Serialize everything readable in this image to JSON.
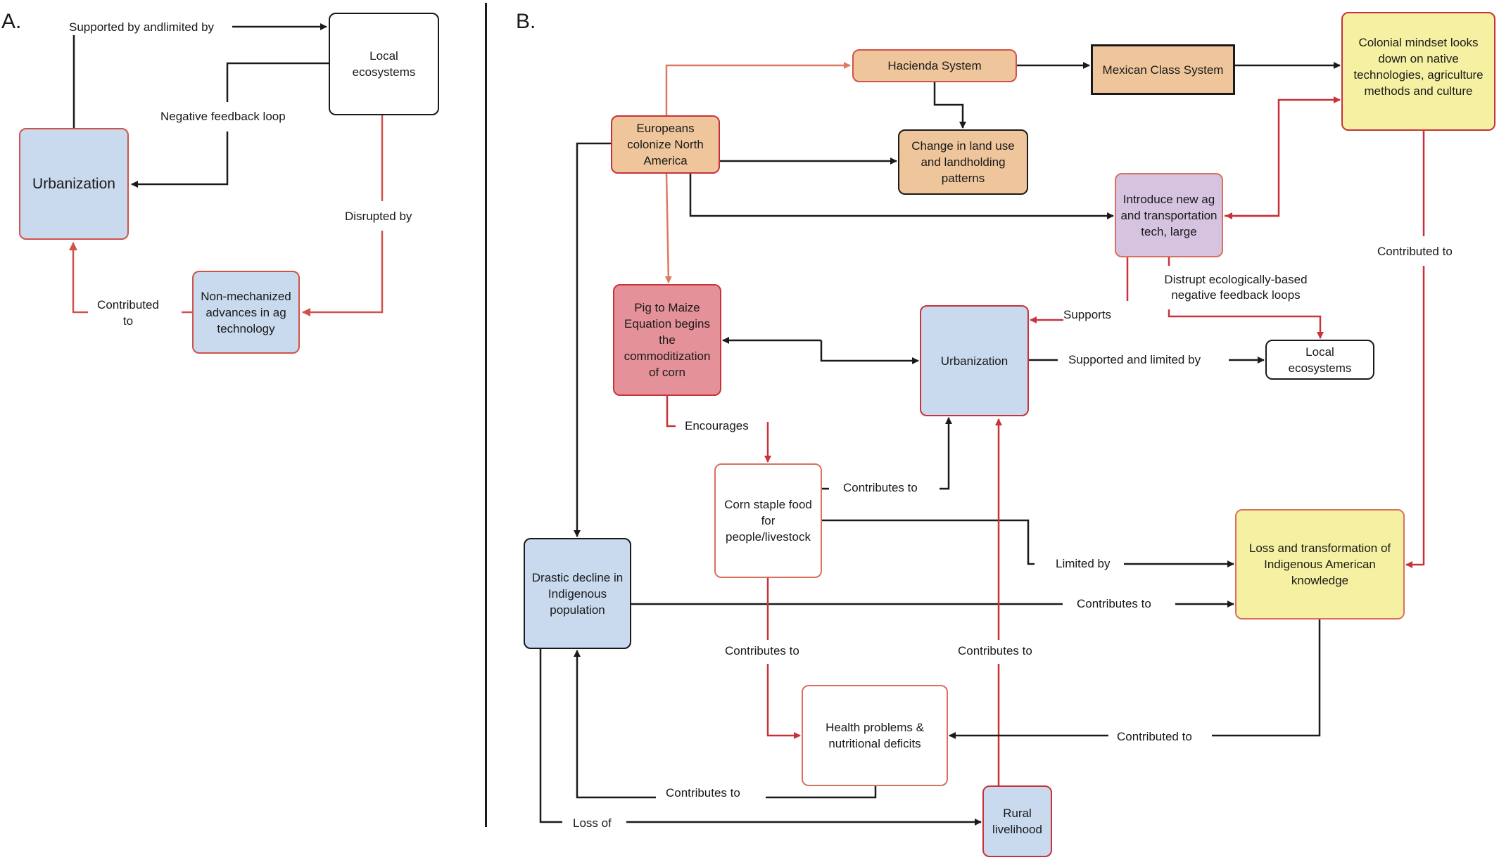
{
  "colors": {
    "black_link": "#1a1a1a",
    "red_link": "#c8323a",
    "orange_link": "#dd7a62",
    "redA_link": "#d0524a"
  },
  "panel_a": {
    "label": "A.",
    "nodes": {
      "urbanization": "Urbanization",
      "local_ecosystems": "Local ecosystems",
      "non_mechanized": "Non-mechanized advances in ag technology"
    },
    "edges": {
      "supported_limited": "Supported by andlimited by",
      "negative_feedback": "Negative feedback loop",
      "disrupted_by": "Disrupted by",
      "contributed_to": "Contributed to"
    }
  },
  "panel_b": {
    "label": "B.",
    "nodes": {
      "europeans": "Europeans colonize North America",
      "hacienda": "Hacienda System",
      "mexican_class": "Mexican Class System",
      "colonial_mindset": "Colonial mindset looks down on native technologies, agriculture methods and culture",
      "land_use": "Change in land use and landholding patterns",
      "introduce_tech": "Introduce new ag and transportation tech, large",
      "pig_maize": "Pig to Maize Equation begins the commoditization of corn",
      "urbanization": "Urbanization",
      "local_ecosystems": "Local ecosystems",
      "corn_staple": "Corn staple food for people/livestock",
      "drastic_decline": "Drastic decline in Indigenous population",
      "loss_knowledge": "Loss and transformation of Indigenous American knowledge",
      "health": "Health problems & nutritional deficits",
      "rural": "Rural livelihood"
    },
    "edges": {
      "contributed_to_right": "Contributed to",
      "distrupt": "Distrupt ecologically-based negative feedback loops",
      "supports": "Supports",
      "supported_limited": "Supported and limited by",
      "encourages": "Encourages",
      "contributes_urb": "Contributes to",
      "limited_by": "Limited by",
      "contributes_loss": "Contributes to",
      "contributes_health": "Contributes to",
      "contributes_urb2": "Contributes to",
      "contributed_health": "Contributed to",
      "contributes_drastic": "Contributes to",
      "loss_of": "Loss of"
    }
  }
}
